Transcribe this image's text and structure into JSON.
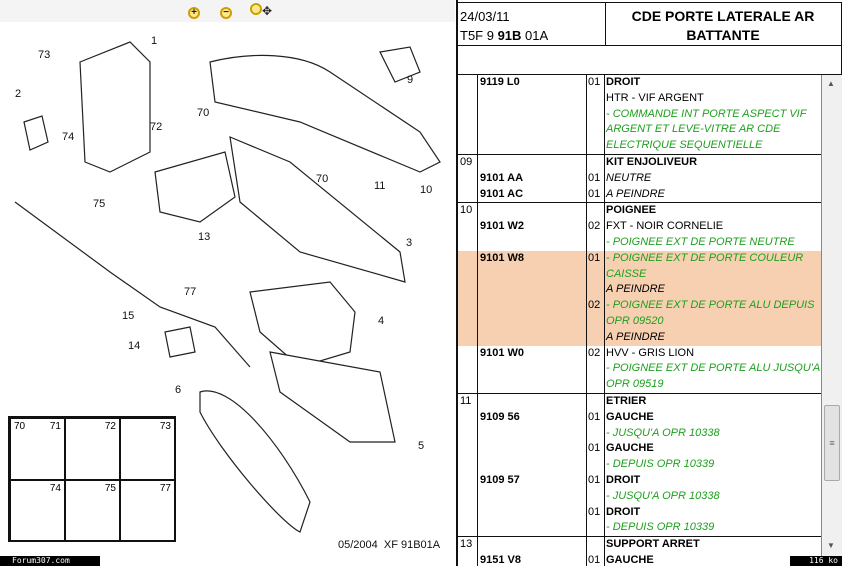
{
  "toolbar": {
    "zoom_in": "zoom-in",
    "zoom_out": "zoom-out",
    "zoom_fit": "zoom-fit-move"
  },
  "diagram": {
    "callouts": [
      "1",
      "73",
      "2",
      "74",
      "75",
      "70",
      "72",
      "70",
      "11",
      "9",
      "10",
      "13",
      "3",
      "77",
      "15",
      "4",
      "14",
      "6",
      "5"
    ],
    "grid": [
      "70",
      "71",
      "72",
      "73",
      "74",
      "75",
      "77"
    ],
    "footer_code": "05/2004  XF 91B01A",
    "watermark": "Forum307.com"
  },
  "header": {
    "date": "24/03/11",
    "code_prefix": "T5F 9 ",
    "code_bold": "91B",
    "code_suffix": " 01A",
    "title": "CDE PORTE LATERALE AR BATTANTE"
  },
  "rows": [
    {
      "idx": "",
      "lines": [
        {
          "ref": "9119 L0",
          "qty": "01",
          "desc": "DROIT",
          "style": "b"
        },
        {
          "desc": "HTR - VIF ARGENT",
          "style": ""
        },
        {
          "desc": "- COMMANDE INT PORTE ASPECT VIF",
          "style": "g"
        },
        {
          "desc": "ARGENT ET LEVE-VITRE AR CDE",
          "style": "g"
        },
        {
          "desc": "ELECTRIQUE SEQUENTIELLE",
          "style": "g"
        }
      ]
    },
    {
      "idx": "09",
      "lines": [
        {
          "desc": "KIT ENJOLIVEUR",
          "style": "b"
        },
        {
          "ref": "9101 AA",
          "qty": "01",
          "desc": "NEUTRE",
          "style": "i"
        },
        {
          "ref": "9101 AC",
          "qty": "01",
          "desc": "A PEINDRE",
          "style": "i"
        }
      ]
    },
    {
      "idx": "10",
      "lines": [
        {
          "desc": "POIGNEE",
          "style": "b"
        },
        {
          "ref": "9101 W2",
          "qty": "02",
          "desc": "FXT - NOIR CORNELIE",
          "style": ""
        },
        {
          "desc": "- POIGNEE EXT DE PORTE NEUTRE",
          "style": "g"
        },
        {
          "ref": "9101 W8",
          "qty": "01",
          "desc": "- POIGNEE EXT DE PORTE COULEUR",
          "style": "g",
          "hl": true
        },
        {
          "desc": "CAISSE",
          "style": "g",
          "hl": true
        },
        {
          "desc": "A PEINDRE",
          "style": "i",
          "hl": true
        },
        {
          "qty": "02",
          "desc": "- POIGNEE EXT DE PORTE ALU DEPUIS",
          "style": "g",
          "hl": true
        },
        {
          "desc": "OPR 09520",
          "style": "g",
          "hl": true
        },
        {
          "desc": "A PEINDRE",
          "style": "i",
          "hl": true
        },
        {
          "ref": "9101 W0",
          "qty": "02",
          "desc": "HVV - GRIS LION",
          "style": ""
        },
        {
          "desc": "- POIGNEE EXT DE PORTE ALU JUSQU'A",
          "style": "g"
        },
        {
          "desc": "OPR 09519",
          "style": "g"
        }
      ]
    },
    {
      "idx": "11",
      "lines": [
        {
          "desc": "ETRIER",
          "style": "b"
        },
        {
          "ref": "9109 56",
          "qty": "01",
          "desc": "GAUCHE",
          "style": "b"
        },
        {
          "desc": "- JUSQU'A OPR 10338",
          "style": "g"
        },
        {
          "qty": "01",
          "desc": "GAUCHE",
          "style": "b"
        },
        {
          "desc": "- DEPUIS OPR 10339",
          "style": "g"
        },
        {
          "ref": "9109 57",
          "qty": "01",
          "desc": "DROIT",
          "style": "b"
        },
        {
          "desc": "- JUSQU'A OPR 10338",
          "style": "g"
        },
        {
          "qty": "01",
          "desc": "DROIT",
          "style": "b"
        },
        {
          "desc": "- DEPUIS OPR 10339",
          "style": "g"
        }
      ]
    },
    {
      "idx": "13",
      "lines": [
        {
          "desc": "SUPPORT ARRET",
          "style": "b"
        },
        {
          "ref": "9151 V8",
          "qty": "01",
          "desc": "GAUCHE",
          "style": "b"
        }
      ]
    }
  ],
  "status": {
    "size": "116 ko"
  },
  "colors": {
    "highlight": "#f6d0b0",
    "green_text": "#1ea01e"
  }
}
